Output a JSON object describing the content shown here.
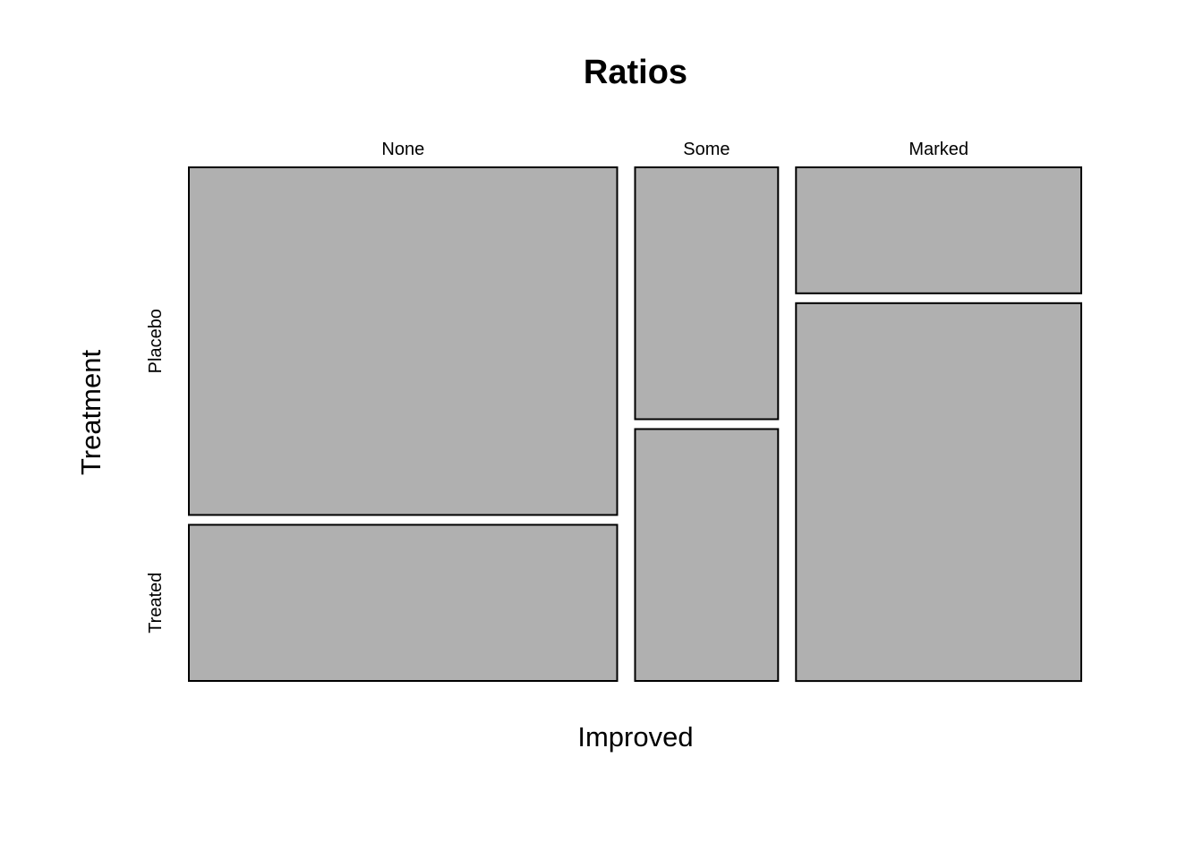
{
  "chart_data": {
    "type": "mosaic",
    "title": "Ratios",
    "xlabel": "Improved",
    "ylabel": "Treatment",
    "x_categories": [
      "None",
      "Some",
      "Marked"
    ],
    "y_categories": [
      "Placebo",
      "Treated"
    ],
    "column_shares": [
      0.5,
      0.167,
      0.333
    ],
    "cells": [
      {
        "x": "None",
        "y": "Placebo",
        "share_within_column": 0.69
      },
      {
        "x": "None",
        "y": "Treated",
        "share_within_column": 0.31
      },
      {
        "x": "Some",
        "y": "Placebo",
        "share_within_column": 0.5
      },
      {
        "x": "Some",
        "y": "Treated",
        "share_within_column": 0.5
      },
      {
        "x": "Marked",
        "y": "Placebo",
        "share_within_column": 0.25
      },
      {
        "x": "Marked",
        "y": "Treated",
        "share_within_column": 0.75
      }
    ],
    "fill_color": "#b0b0b0",
    "border_color": "#000000",
    "grid": false
  }
}
